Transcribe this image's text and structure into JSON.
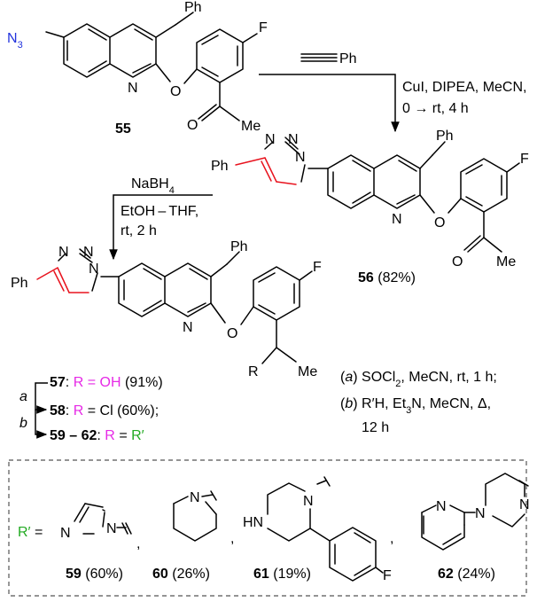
{
  "colors": {
    "accent_red": "#e8131e",
    "accent_magenta": "#e62ae6",
    "accent_green": "#22aa22",
    "box_border": "#555555"
  },
  "compound_55": {
    "azide": "N",
    "azide_sub": "3",
    "ph": "Ph",
    "n": "N",
    "o": "O",
    "f": "F",
    "o2": "O",
    "me": "Me",
    "number": "55"
  },
  "step1": {
    "reagent_top": "Ph",
    "cond1": "CuI, DIPEA, MeCN,",
    "cond2": "0 → rt, 4 h"
  },
  "compound_56": {
    "ph_red": "Ph",
    "n1": "N",
    "n2": "N",
    "n3": "N",
    "ph": "Ph",
    "n": "N",
    "o": "O",
    "f": "F",
    "o2": "O",
    "me": "Me",
    "number": "56",
    "yield": "(82%)"
  },
  "step2": {
    "reagent": "NaBH",
    "reagent_sub": "4",
    "solvent": "EtOH – THF,",
    "time": "rt, 2 h"
  },
  "product": {
    "ph_red": "Ph",
    "n1": "N",
    "n2": "N",
    "n3": "N",
    "ph": "Ph",
    "n": "N",
    "o": "O",
    "f": "F",
    "r": "R",
    "me": "Me",
    "line57": {
      "number": "57",
      "colon": ":",
      "r": "R",
      "eq": "=",
      "val": "OH",
      "yield": "(91%)"
    },
    "line58": {
      "number": "58",
      "colon": ":",
      "r": "R",
      "eq": "=",
      "val": "Cl",
      "yield": "(60%);"
    },
    "line59": {
      "number": "59 – 62",
      "colon": ":",
      "r": "R",
      "eq": "=",
      "val": "R′"
    },
    "label_a": "a",
    "label_b": "b"
  },
  "conditions": {
    "a_label": "a",
    "a_text": "SOCl",
    "a_sub": "2",
    "a_rest": ", MeCN, rt, 1 h;",
    "b_label": "b",
    "b_text": "R′H, Et",
    "b_sub": "3",
    "b_rest": "N, MeCN, Δ,",
    "b_time": "12 h"
  },
  "box": {
    "rprime": "R′",
    "eq": "=",
    "comma": ",",
    "c59": {
      "n1": "N",
      "n2": "N",
      "number": "59",
      "yield": "(60%)"
    },
    "c60": {
      "n": "N",
      "number": "60",
      "yield": "(26%)"
    },
    "c61": {
      "hn": "HN",
      "n": "N",
      "f": "F",
      "number": "61",
      "yield": "(19%)"
    },
    "c62": {
      "n1": "N",
      "n2": "N",
      "n3": "N",
      "number": "62",
      "yield": "(24%)"
    }
  }
}
